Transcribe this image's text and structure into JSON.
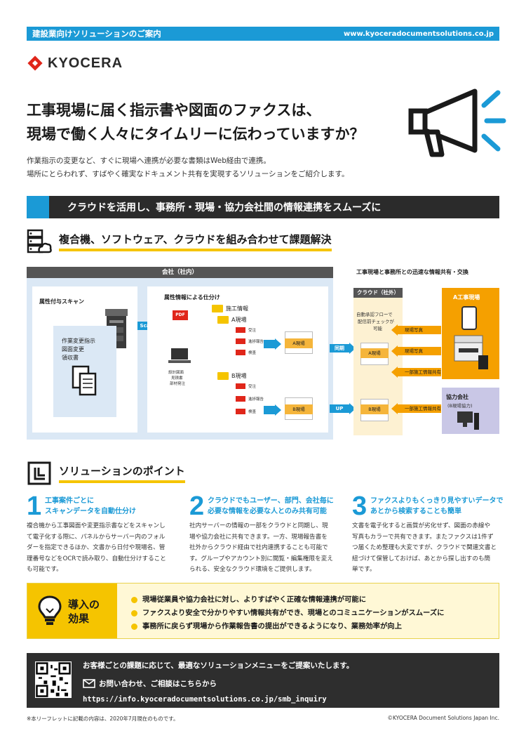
{
  "topbar": {
    "title": "建設業向けソリューションのご案内",
    "url": "www.kyoceradocumentsolutions.co.jp"
  },
  "brand": {
    "logo_text": "KYOCERA",
    "logo_color": "#e0261a"
  },
  "headline": {
    "line1": "工事現場に届く指示書や図面のファクスは、",
    "line2": "現場で働く人々にタイムリーに伝わっていますか？"
  },
  "lead": {
    "line1": "作業指示の変更など、すぐに現場へ連携が必要な書類はWeb経由で連携。",
    "line2": "場所にとらわれず、すばやく確実なドキュメント共有を実現するソリューションをご紹介します。"
  },
  "band": {
    "text": "クラウドを活用し、事務所・現場・協力会社間の情報連携をスムーズに"
  },
  "section1": {
    "title": "複合機、ソフトウェア、クラウドを組み合わせて課題解決"
  },
  "diagram": {
    "company_header": "会社（社内）",
    "right_header": "工事現場と事務所との迅速な情報共有・交換",
    "scan_title": "属性付与スキャン",
    "scan_docs": [
      "作業変更指示",
      "図面変更",
      "領収書"
    ],
    "scan_label": "Scan",
    "sort_title": "属性情報による仕分け",
    "pdf_label": "PDF",
    "pc_docs": [
      "設計図面",
      "見積書",
      "部材発注"
    ],
    "folder_root": "施工情報",
    "folder_a": "A現場",
    "folder_b": "B現場",
    "sub_items": [
      "受注",
      "進捗報告",
      "検査"
    ],
    "site_a": "A現場",
    "site_b": "B現場",
    "sync_label": "同期",
    "up_label": "UP",
    "cloud_header": "クラウド（社外）",
    "cloud_note": [
      "自動承認フローで",
      "配信前チェックが",
      "可能"
    ],
    "site_a_header": "A工事現場",
    "partner_header": "協力会社",
    "partner_sub": "(B現場協力)",
    "flows": [
      "現場写真",
      "現場写真",
      "一部施工情報共有",
      "一部施工情報共有"
    ]
  },
  "section2": {
    "title": "ソリューションのポイント"
  },
  "points": [
    {
      "num": "1",
      "title1": "工事案件ごとに",
      "title2": "スキャンデータを自動仕分け",
      "body": [
        "複合機から工事図面や変更指示書などをスキャンし",
        "て電子化する際に、パネルからサーバー内のフォル",
        "ダーを指定できるほか、文書から日付や現場名、管",
        "理番号などをOCRで読み取り、自動仕分けすること",
        "も可能です。"
      ]
    },
    {
      "num": "2",
      "title1": "クラウドでもユーザー、部門、会社毎に",
      "title2": "必要な情報を必要な人とのみ共有可能",
      "body": [
        "社内サーバーの情報の一部をクラウドと同期し、現",
        "場や協力会社に共有できます。一方、現場報告書を",
        "社外からクラウド経由で社内連携することも可能で",
        "す。グループやアカウント別に閲覧・編集権限を変え",
        "られる、安全なクラウド環境をご提供します。"
      ]
    },
    {
      "num": "3",
      "title1": "ファクスよりもくっきり見やすいデータで",
      "title2": "あとから検索することも簡単",
      "body": [
        "文書を電子化すると画質が劣化せず、図面の赤線や",
        "写真もカラーで共有できます。またファクスは1件ず",
        "つ届くため整理も大変ですが、クラウドで関連文書と",
        "紐づけて保管しておけば、あとから探し出すのも簡",
        "単です。"
      ]
    }
  ],
  "effect": {
    "title1": "導入の",
    "title2": "効果",
    "items": [
      "現場従業員や協力会社に対し、よりすばやく正確な情報連携が可能に",
      "ファクスより安全で分かりやすい情報共有ができ、現場とのコミュニケーションがスムーズに",
      "事務所に戻らず現場から作業報告書の提出ができるようになり、業務効率が向上"
    ]
  },
  "cta": {
    "line1": "お客様ごとの課題に応じて、最適なソリューションメニューをご提案いたします。",
    "line2": "お問い合わせ、ご相談はこちらから",
    "url": "https://info.kyoceradocumentsolutions.co.jp/smb_inquiry"
  },
  "footer": {
    "note": "※本リーフレットに記載の内容は、2020年7月現在のものです。",
    "copyright": "©KYOCERA Document Solutions Japan Inc."
  }
}
